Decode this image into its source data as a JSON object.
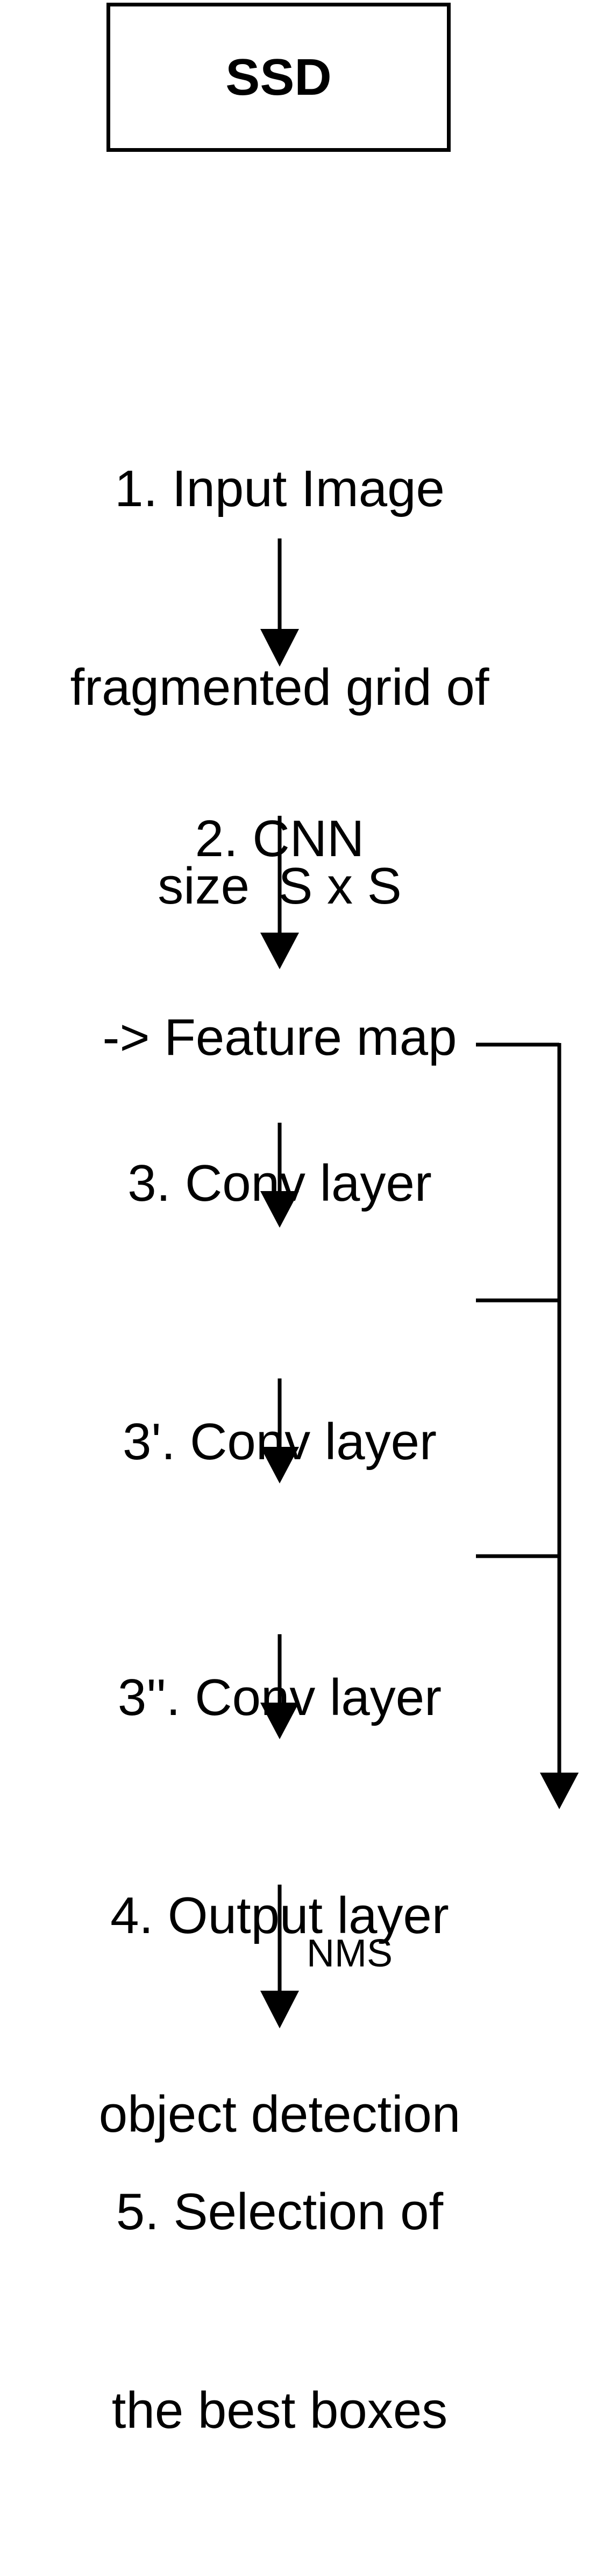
{
  "diagram": {
    "title": "SSD",
    "steps": [
      {
        "lines": [
          "1. Input Image",
          "fragmented grid of",
          "size  S x S"
        ]
      },
      {
        "lines": [
          "2. CNN",
          "-> Feature map"
        ]
      },
      {
        "lines": [
          "3. Conv layer"
        ]
      },
      {
        "lines": [
          "3'. Conv layer"
        ]
      },
      {
        "lines": [
          "3''. Conv layer"
        ]
      },
      {
        "lines": [
          "4. Output layer",
          "object detection"
        ]
      },
      {
        "lines": [
          "5. Selection of",
          "the best boxes"
        ]
      }
    ],
    "edge_labels": {
      "nms": "NMS"
    }
  }
}
